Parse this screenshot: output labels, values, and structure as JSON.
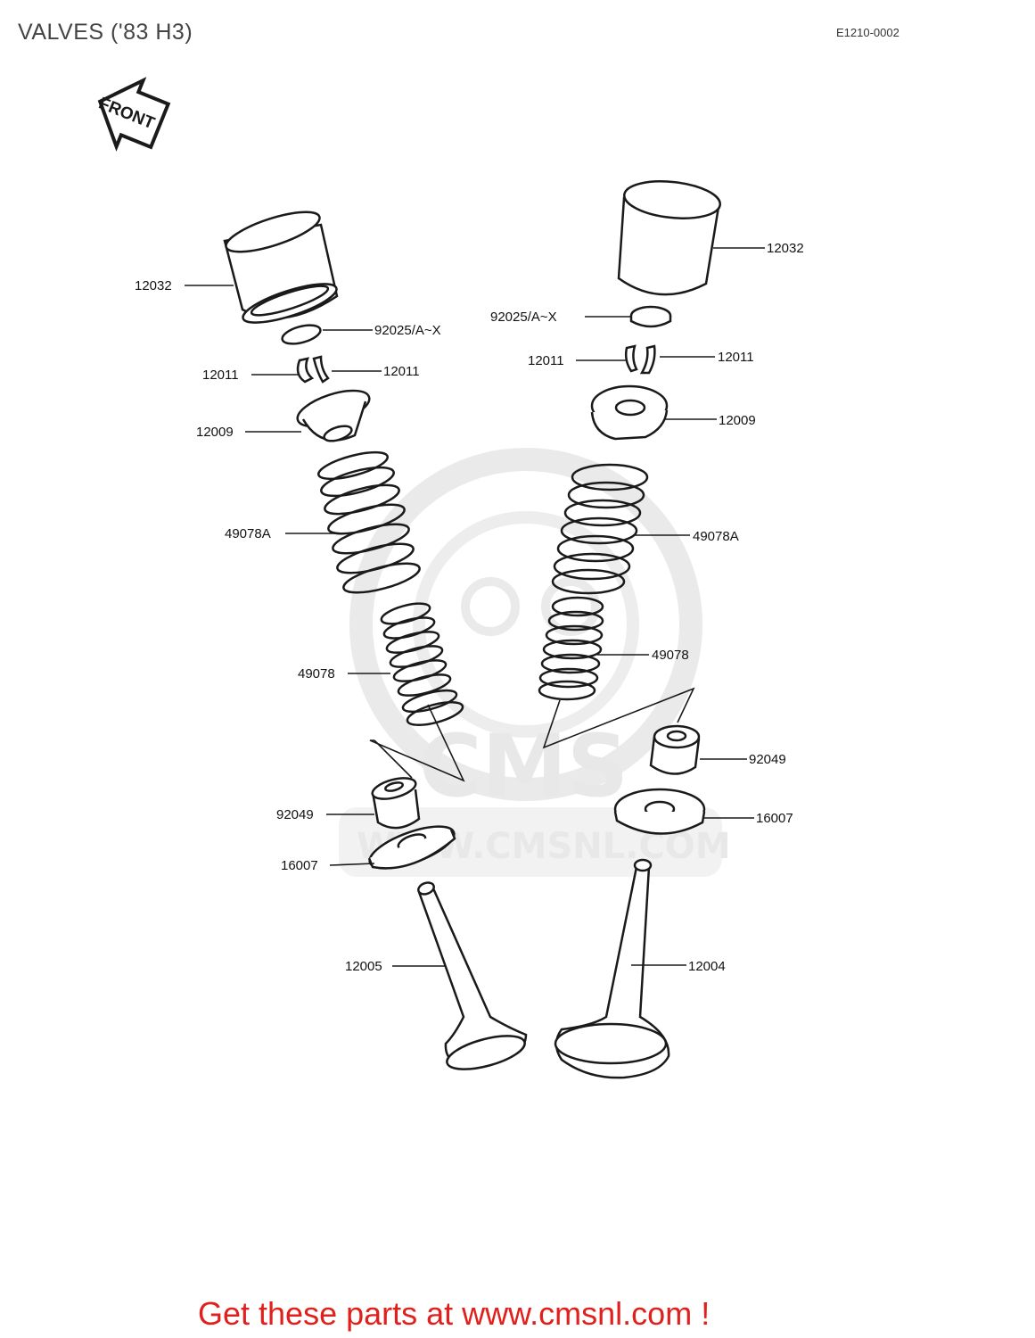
{
  "title": "VALVES ('83 H3)",
  "diagram_code": "E1210-0002",
  "front_label": "FRONT",
  "watermark": {
    "logo_text": "CMS",
    "url_text": "WWW.CMSNL.COM"
  },
  "footer": "Get these parts at www.cmsnl.com !",
  "colors": {
    "footer_text": "#e0201c",
    "line_art": "#1a1a1a",
    "watermark": "#e6e6e6"
  },
  "parts": [
    {
      "id": "l-12032",
      "number": "12032"
    },
    {
      "id": "l-92025",
      "number": "92025/A~X"
    },
    {
      "id": "l-12011a",
      "number": "12011"
    },
    {
      "id": "l-12011b",
      "number": "12011"
    },
    {
      "id": "l-12009",
      "number": "12009"
    },
    {
      "id": "l-49078A",
      "number": "49078A"
    },
    {
      "id": "l-49078",
      "number": "49078"
    },
    {
      "id": "l-92049",
      "number": "92049"
    },
    {
      "id": "l-16007",
      "number": "16007"
    },
    {
      "id": "l-12005",
      "number": "12005"
    },
    {
      "id": "r-12032",
      "number": "12032"
    },
    {
      "id": "r-92025",
      "number": "92025/A~X"
    },
    {
      "id": "r-12011a",
      "number": "12011"
    },
    {
      "id": "r-12011b",
      "number": "12011"
    },
    {
      "id": "r-12009",
      "number": "12009"
    },
    {
      "id": "r-49078A",
      "number": "49078A"
    },
    {
      "id": "r-49078",
      "number": "49078"
    },
    {
      "id": "r-92049",
      "number": "92049"
    },
    {
      "id": "r-16007",
      "number": "16007"
    },
    {
      "id": "r-12004",
      "number": "12004"
    }
  ]
}
